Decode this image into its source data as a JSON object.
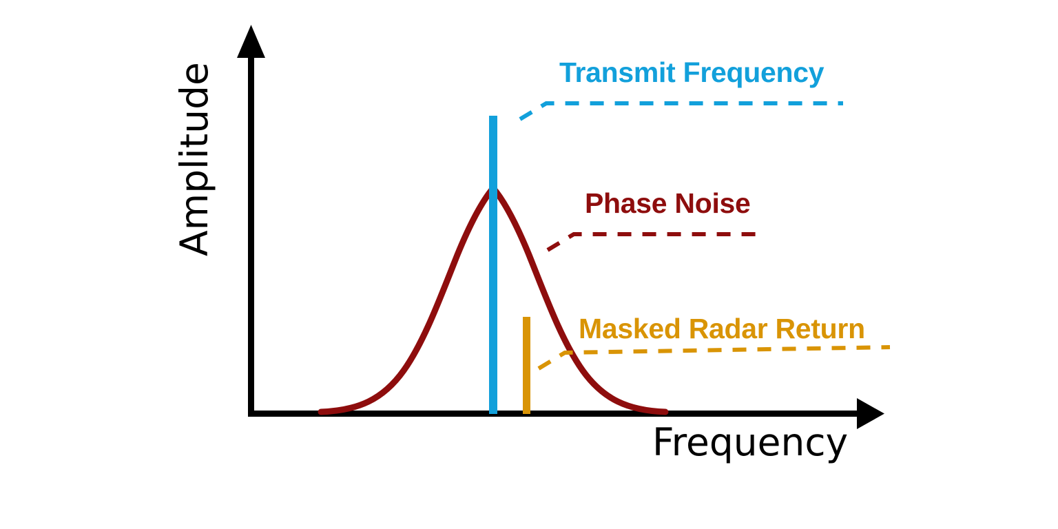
{
  "figure": {
    "title": "",
    "background_color": "#FFFFFF",
    "axis_color": "#000000"
  },
  "axes": {
    "y_label": "Amplitude",
    "x_label": "Frequency",
    "y_label_rotation_deg": -90,
    "arrows": "both"
  },
  "annotations": [
    {
      "name": "transmit-frequency",
      "text": "Transmit Frequency",
      "color": "#12A0DB",
      "leader": "dashed"
    },
    {
      "name": "phase-noise",
      "text": "Phase Noise",
      "color": "#8E0D0D",
      "leader": "dashed"
    },
    {
      "name": "masked-radar-return",
      "text": "Masked Radar Return",
      "color": "#D99405",
      "leader": "dashed"
    }
  ],
  "colors": {
    "transmit_blue": "#12A0DB",
    "phase_noise_red": "#8E0D0D",
    "radar_orange": "#D99405",
    "axis_black": "#000000"
  },
  "chart_data": {
    "type": "line",
    "title": "",
    "xlabel": "Frequency",
    "ylabel": "Amplitude",
    "grid": false,
    "legend_position": "inline-annotations",
    "xlim": [
      0,
      1
    ],
    "ylim": [
      0,
      1
    ],
    "series": [
      {
        "name": "Phase Noise",
        "type": "line",
        "color": "#8E0D0D",
        "description": "Lorentzian-like skirt centered on the transmit frequency, decaying to the noise floor on both sides",
        "x": [
          0.15,
          0.22,
          0.29,
          0.34,
          0.39,
          0.43,
          0.47,
          0.5,
          0.53,
          0.56,
          0.6,
          0.64,
          0.68,
          0.72,
          0.77,
          0.82,
          0.88,
          0.94
        ],
        "y": [
          0.005,
          0.02,
          0.05,
          0.09,
          0.15,
          0.24,
          0.39,
          0.59,
          0.86,
          0.6,
          0.4,
          0.27,
          0.19,
          0.13,
          0.07,
          0.03,
          0.01,
          0.004
        ],
        "peak_x": 0.53,
        "peak_y": 0.86
      },
      {
        "name": "Transmit Frequency",
        "type": "bar",
        "color": "#12A0DB",
        "x": [
          0.53
        ],
        "values": [
          1.0
        ]
      },
      {
        "name": "Masked Radar Return",
        "type": "bar",
        "color": "#D99405",
        "x": [
          0.585
        ],
        "values": [
          0.25
        ]
      }
    ]
  }
}
